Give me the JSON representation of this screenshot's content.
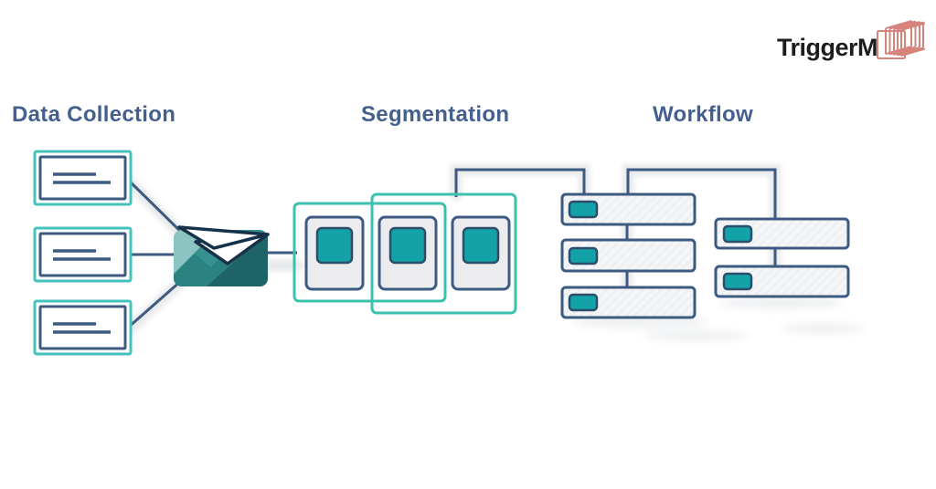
{
  "logo": {
    "text": "TriggerM",
    "icon": "stacked-layers-icon",
    "icon_color": "#d5837b",
    "text_color": "#1d1d1d"
  },
  "headings": {
    "data_collection": "Data Collection",
    "segmentation": "Segmentation",
    "workflow": "Workflow"
  },
  "colors": {
    "background": "#ffffff",
    "heading_text": "#44608f",
    "connector_navy": "#3d5a80",
    "form_border_teal": "#46c2bc",
    "segment_group_teal": "#3bc2ae",
    "node_teal_fill": "#12a2a7",
    "card_gray": "#ececef",
    "bar_gray": "#f4f5f7",
    "envelope_light": "#8cc4c2",
    "envelope_mid": "#35918f",
    "envelope_dark": "#1e6366",
    "shadow_gray": "#e8eaec"
  },
  "diagram": {
    "data_collection_forms": 3,
    "segmentation_groups": 2,
    "segmentation_cards": 3,
    "workflow_left_steps": 3,
    "workflow_right_steps": 2
  }
}
